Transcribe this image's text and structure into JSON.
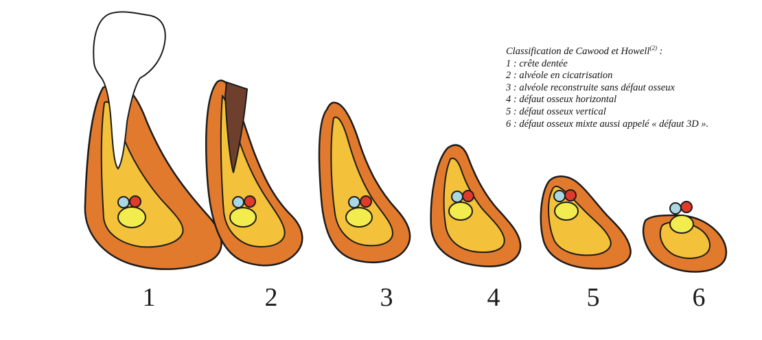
{
  "legend": {
    "title": "Classification de Cawood et Howell",
    "title_ref": "(2)",
    "title_suffix": " :",
    "items": [
      "1 : crête dentée",
      "2 : alvéole en cicatrisation",
      "3 : alvéole reconstruite sans défaut osseux",
      "4 : défaut osseux horizontal",
      "5 : défaut osseux vertical",
      "6 : défaut osseux mixte aussi appelé « défaut 3D »."
    ]
  },
  "stages": [
    "1",
    "2",
    "3",
    "4",
    "5",
    "6"
  ],
  "colors": {
    "cortical": "#e27a2e",
    "cancellous": "#f3c23a",
    "outline": "#1b1b1b",
    "canal": "#f2ec4e",
    "vein": "#a9d7e2",
    "artery": "#e03a2a",
    "tooth": "#ffffff",
    "socket": "#6e3f2c"
  }
}
